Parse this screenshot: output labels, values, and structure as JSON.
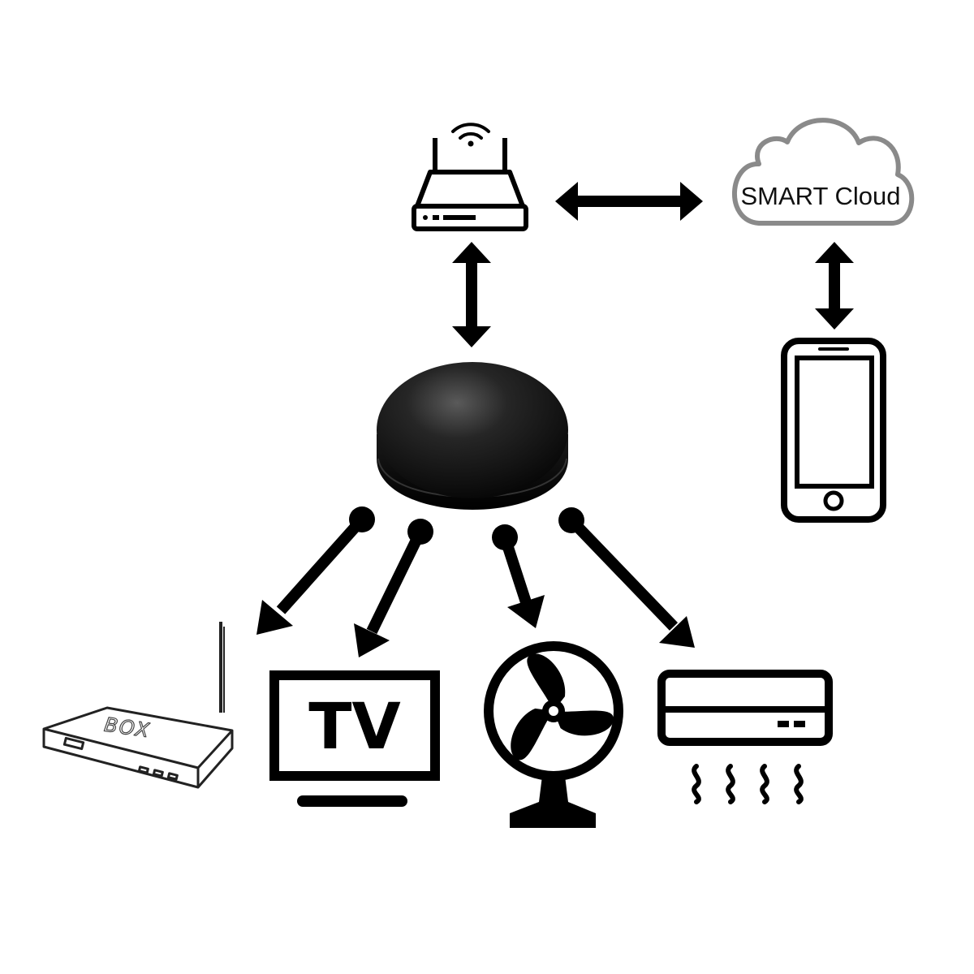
{
  "cloud": {
    "label": "SMART Cloud"
  },
  "tv": {
    "label": "TV"
  },
  "box": {
    "label": "BOX"
  },
  "icons": {
    "router": "wifi-router-icon",
    "cloud": "cloud-icon",
    "phone": "smartphone-icon",
    "hub": "ir-hub-device",
    "set_top_box": "set-top-box-icon",
    "tv": "tv-icon",
    "fan": "fan-icon",
    "air_conditioner": "air-conditioner-icon"
  },
  "colors": {
    "ink": "#000000",
    "cloud_outline": "#8a8a8a",
    "background": "#ffffff"
  }
}
